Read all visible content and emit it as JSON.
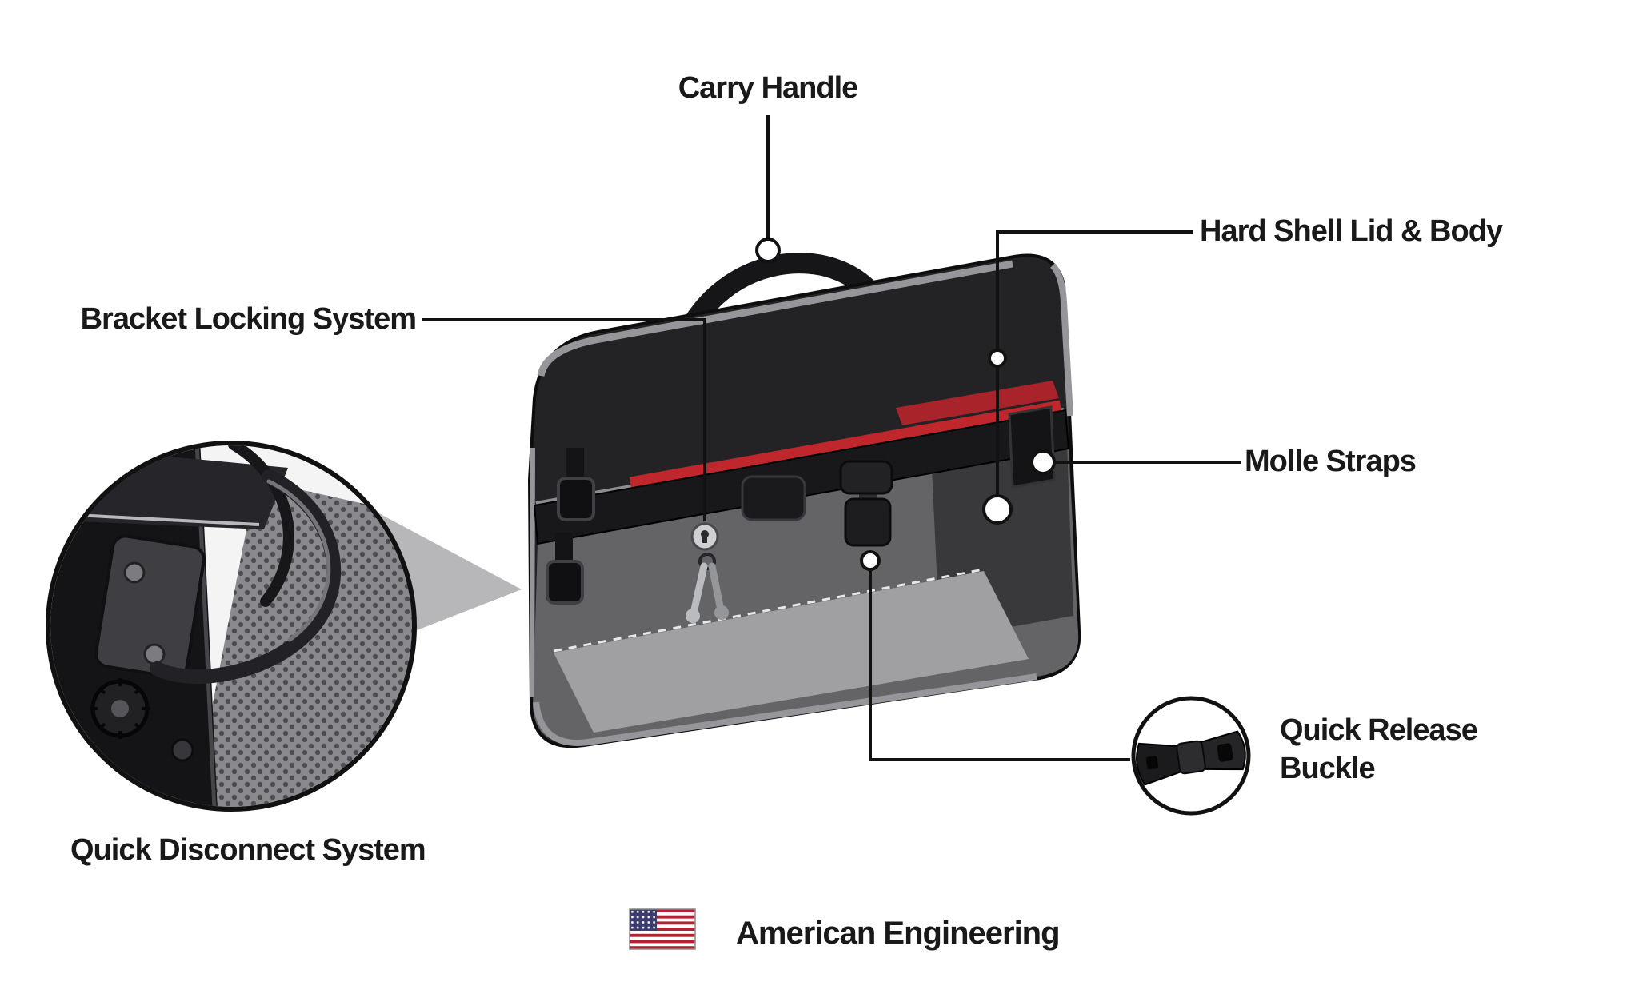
{
  "callouts": {
    "carry_handle": "Carry Handle",
    "hard_shell_lid_body": "Hard Shell Lid & Body",
    "bracket_locking_system": "Bracket Locking System",
    "molle_straps": "Molle Straps",
    "quick_release_line1": "Quick Release",
    "quick_release_line2": "Buckle",
    "quick_disconnect_system": "Quick Disconnect System"
  },
  "footer": {
    "text": "American Engineering",
    "flag_icon": "us-flag-icon"
  },
  "colors": {
    "accent_red": "#C0272D",
    "callout_line": "#111111",
    "bag_body_black": "#232325",
    "piping_gray": "#96969A",
    "flag_blue": "#3C3B6E",
    "flag_red": "#B22234"
  }
}
